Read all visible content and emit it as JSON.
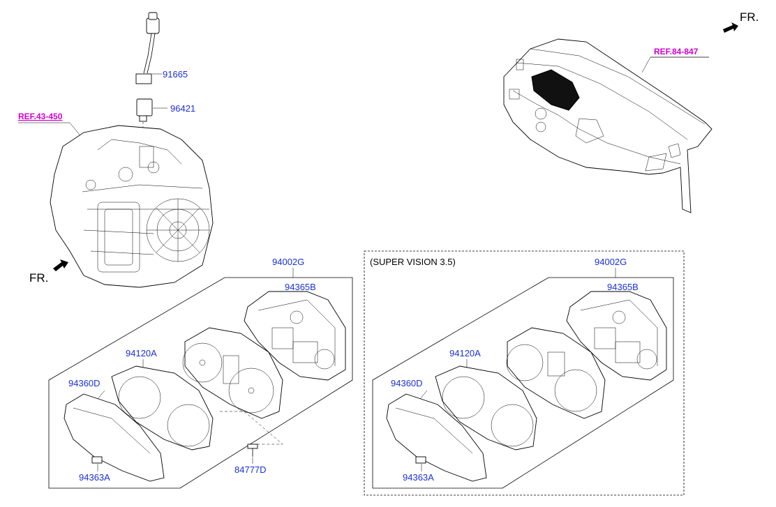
{
  "labels": {
    "fr_top": "FR.",
    "fr_left": "FR.",
    "ref_transmission": "REF.43-450",
    "ref_dash": "REF.84-847",
    "p91665": "91665",
    "p96421": "96421",
    "p94002G_a": "94002G",
    "p94365B_a": "94365B",
    "p94120A_a": "94120A",
    "p94360D_a": "94360D",
    "p94363A_a": "94363A",
    "p84777D": "84777D",
    "super_vision": "(SUPER VISION 3.5)",
    "p94002G_b": "94002G",
    "p94365B_b": "94365B",
    "p94120A_b": "94120A",
    "p94360D_b": "94360D",
    "p94363A_b": "94363A"
  },
  "colors": {
    "part_number": "#1a2fd6",
    "reference": "#d100d1",
    "line": "#000000"
  }
}
